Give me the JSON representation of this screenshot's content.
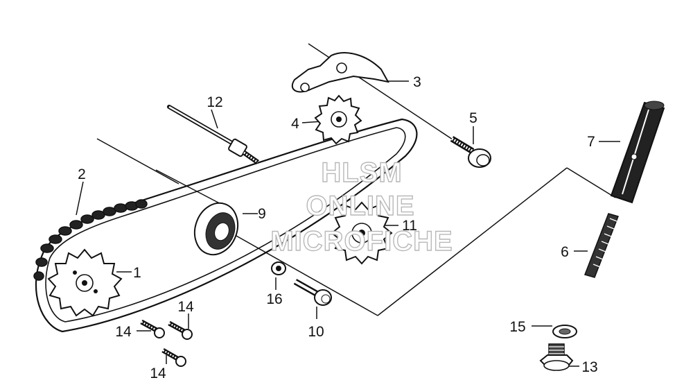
{
  "diagram": {
    "callouts": [
      {
        "id": "c1",
        "text": "1"
      },
      {
        "id": "c2",
        "text": "2"
      },
      {
        "id": "c3",
        "text": "3"
      },
      {
        "id": "c4",
        "text": "4"
      },
      {
        "id": "c5",
        "text": "5"
      },
      {
        "id": "c6",
        "text": "6"
      },
      {
        "id": "c7",
        "text": "7"
      },
      {
        "id": "c9",
        "text": "9"
      },
      {
        "id": "c10",
        "text": "10"
      },
      {
        "id": "c11",
        "text": "11"
      },
      {
        "id": "c12",
        "text": "12"
      },
      {
        "id": "c13",
        "text": "13"
      },
      {
        "id": "c14a",
        "text": "14"
      },
      {
        "id": "c14b",
        "text": "14"
      },
      {
        "id": "c14c",
        "text": "14"
      },
      {
        "id": "c15",
        "text": "15"
      },
      {
        "id": "c16",
        "text": "16"
      }
    ],
    "watermark": [
      "HLSM",
      "ONLINE",
      "MICROFICHE"
    ]
  }
}
